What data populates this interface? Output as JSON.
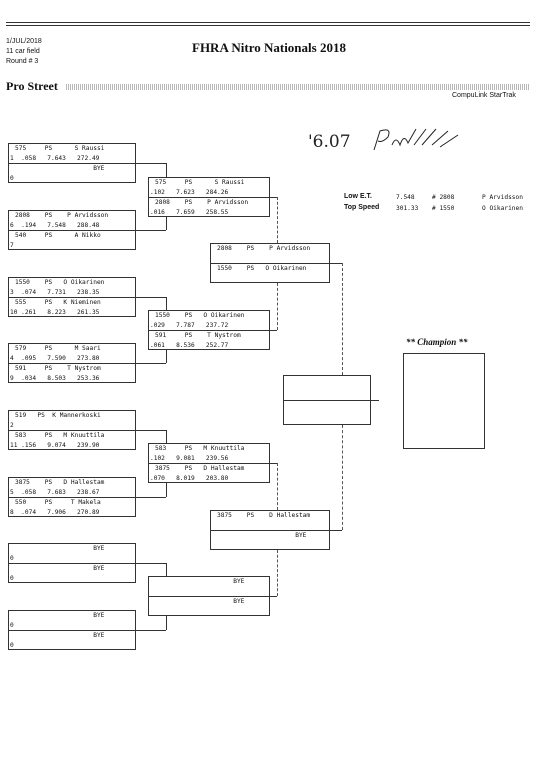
{
  "header": {
    "date": "1/JUL/2018",
    "field": "11 car field",
    "round": "Round # 3",
    "title": "FHRA Nitro Nationals 2018",
    "class_name": "Pro Street",
    "vendor": "CompuLink StarTrak"
  },
  "annotation": "'6.07",
  "stats": {
    "low_et_label": "Low  E.T.",
    "low_et_value": "7.548",
    "low_et_num": "# 2808",
    "low_et_name": "P Arvidsson",
    "top_speed_label": "Top Speed",
    "top_speed_value": "301.33",
    "top_speed_num": "# 1550",
    "top_speed_name": "O Oikarinen"
  },
  "champion_label": "** Champion **",
  "round1": [
    {
      "a1": "575     PS      S Raussi",
      "a2": "1  .058   7.643   272.49",
      "b1": "                     BYE",
      "b2": "0"
    },
    {
      "a1": "2808    PS    P Arvidsson",
      "a2": "6  .194   7.548   288.48",
      "b1": "540     PS      A Nikko",
      "b2": "7"
    },
    {
      "a1": "1550    PS   O Oikarinen",
      "a2": "3  .074   7.731   238.35",
      "b1": "555     PS   K Nieminen",
      "b2": "10 .261   8.223   261.35"
    },
    {
      "a1": "579     PS      M Saari",
      "a2": "4  .095   7.590   273.80",
      "b1": "591     PS    T Nystrom",
      "b2": "9  .034   8.503   253.36"
    },
    {
      "a1": "519   PS  K Mannerkoski",
      "a2": "2",
      "b1": "583     PS   M Knuuttila",
      "b2": "11 .156   9.074   239.90"
    },
    {
      "a1": "3875    PS   D Hallestam",
      "a2": "5  .058   7.683   238.67",
      "b1": "550     PS     T Makela",
      "b2": "8  .074   7.906   270.89"
    },
    {
      "a1": "                     BYE",
      "a2": "0",
      "b1": "                     BYE",
      "b2": "0"
    },
    {
      "a1": "                     BYE",
      "a2": "0",
      "b1": "                     BYE",
      "b2": "0"
    }
  ],
  "round2": [
    {
      "a1": "575     PS      S Raussi",
      "a2": ".102   7.623   284.26",
      "b1": "2808    PS    P Arvidsson",
      "b2": ".016   7.659   258.55"
    },
    {
      "a1": "1550    PS   O Oikarinen",
      "a2": ".029   7.787   237.72",
      "b1": "591     PS    T Nystrom",
      "b2": ".061   8.536   252.77"
    },
    {
      "a1": "583     PS   M Knuuttila",
      "a2": ".102   9.081   239.56",
      "b1": "3875    PS   D Hallestam",
      "b2": ".070   8.019   203.80"
    },
    {
      "a1": "                     BYE",
      "a2": "",
      "b1": "                     BYE",
      "b2": ""
    }
  ],
  "round3": [
    {
      "a1": "2808    PS    P Arvidsson",
      "b1": "1550    PS   O Oikarinen"
    },
    {
      "a1": "3875    PS    D Hallestam",
      "b1": "                     BYE"
    }
  ]
}
